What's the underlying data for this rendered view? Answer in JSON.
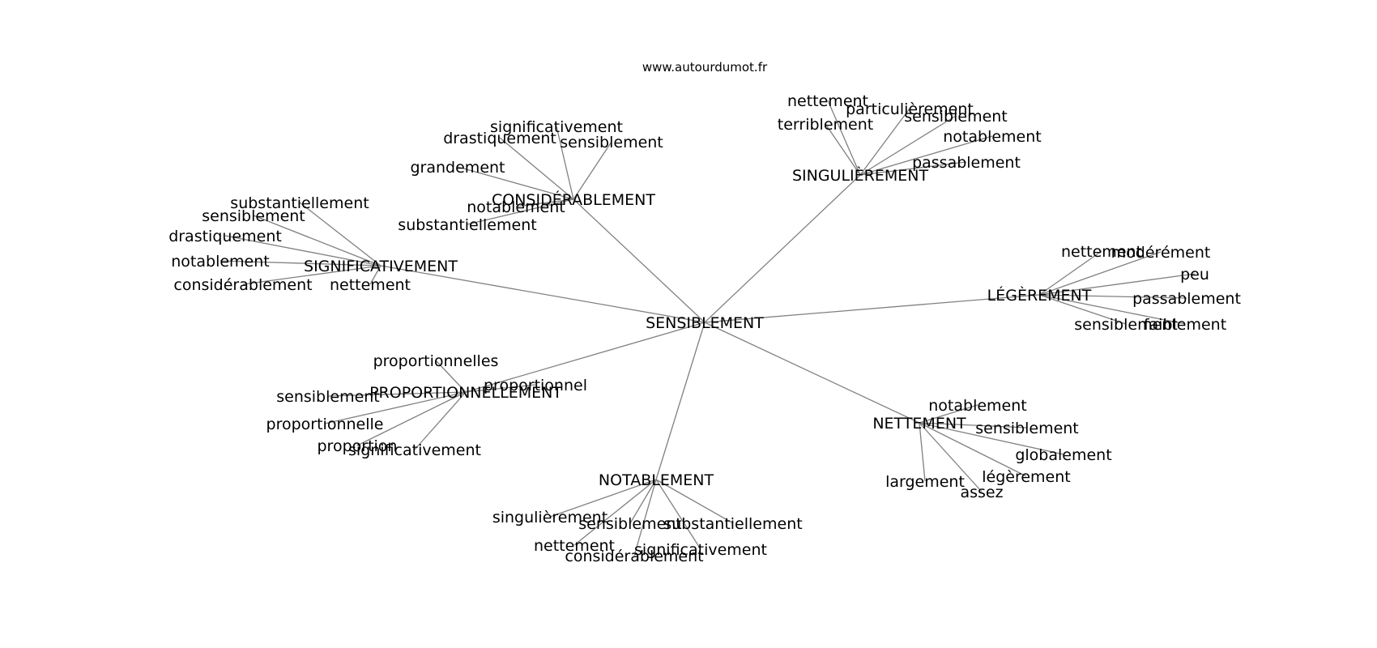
{
  "watermark": "www.autourdumot.fr",
  "center": "SENSIBLEMENT",
  "clusters": [
    {
      "word": "SIGNIFICATIVEMENT",
      "leaves": [
        "substantiellement",
        "sensiblement",
        "drastiquement",
        "notablement",
        "considérablement",
        "nettement"
      ]
    },
    {
      "word": "CONSIDÉRABLEMENT",
      "leaves": [
        "significativement",
        "drastiquement",
        "sensiblement",
        "grandement",
        "notablement",
        "substantiellement"
      ]
    },
    {
      "word": "SINGULIÈREMENT",
      "leaves": [
        "nettement",
        "particulièrement",
        "sensiblement",
        "terriblement",
        "notablement",
        "passablement"
      ]
    },
    {
      "word": "LÉGÈREMENT",
      "leaves": [
        "nettement",
        "modérément",
        "peu",
        "passablement",
        "sensiblement",
        "faiblement"
      ]
    },
    {
      "word": "NETTEMENT",
      "leaves": [
        "notablement",
        "sensiblement",
        "globalement",
        "légèrement",
        "largement",
        "assez"
      ]
    },
    {
      "word": "NOTABLEMENT",
      "leaves": [
        "singulièrement",
        "sensiblement",
        "substantiellement",
        "nettement",
        "considérablement",
        "significativement"
      ]
    },
    {
      "word": "PROPORTIONNELLEMENT",
      "leaves": [
        "proportionnelles",
        "proportionnel",
        "sensiblement",
        "proportionnelle",
        "proportion",
        "significativement"
      ]
    }
  ]
}
